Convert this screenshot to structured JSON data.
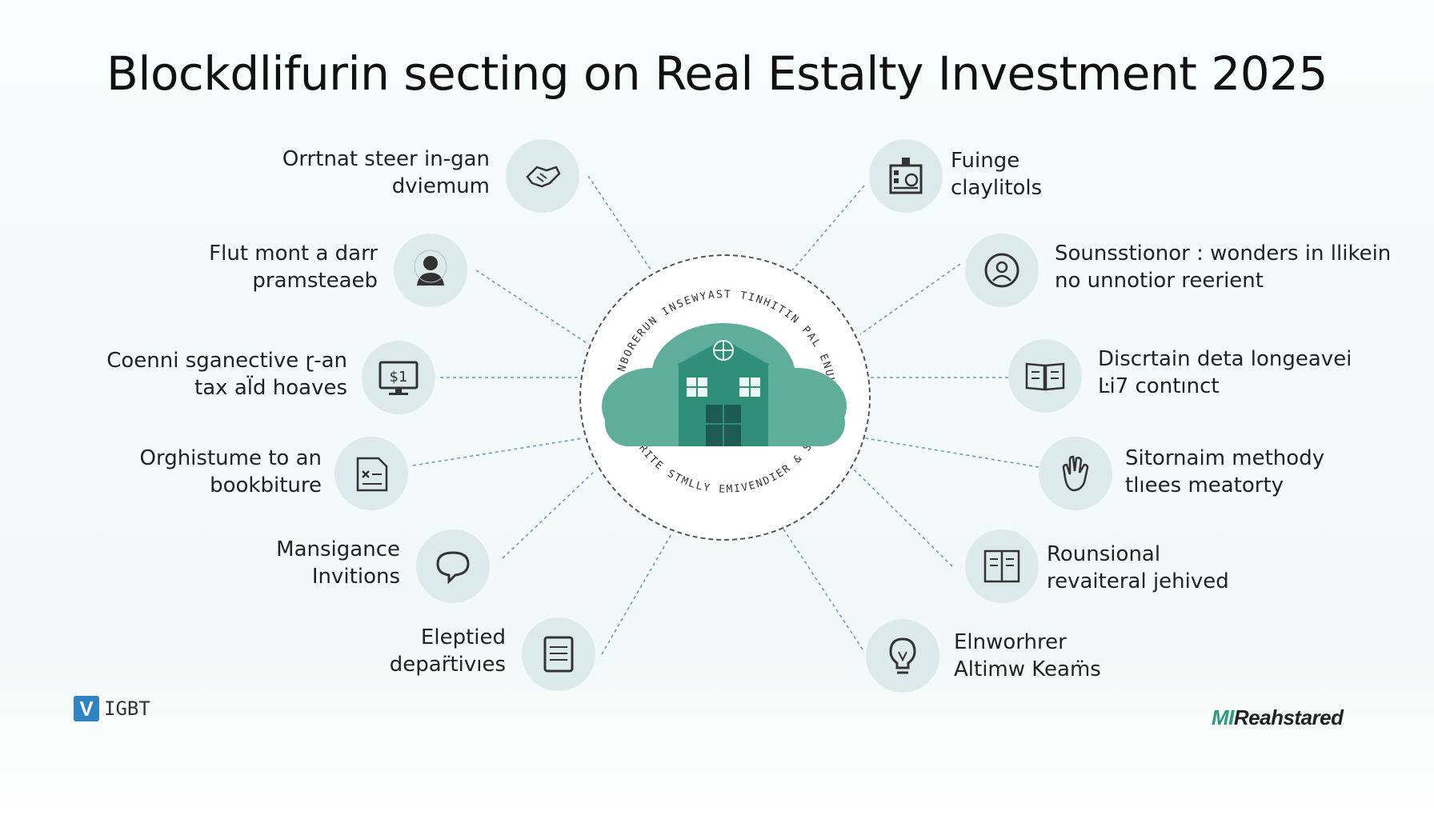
{
  "title": "Blockdlifurin secting on Real Estalty Investment 2025",
  "hub": {
    "ring_text_top": "INSEWYAST TINHITIN PAL ENUUE",
    "ring_text_left": "NBORERUN",
    "ring_text_bottom": "ORITE STMLLY EMIVENDIER & SAAANTS"
  },
  "left_items": [
    {
      "line1": "Orrtnat steer in-gan",
      "line2": "dviemum",
      "icon": "handshake-icon"
    },
    {
      "line1": "Flut mont a darr",
      "line2": "pramsteaeb",
      "icon": "person-icon"
    },
    {
      "line1": "Coenni sganective ɽ-an",
      "line2": "tax al̈d hoaves",
      "icon": "monitor-dollar-icon"
    },
    {
      "line1": "Orghistume to an",
      "line2": "bookbiture",
      "icon": "document-x-icon"
    },
    {
      "line1": "Mansigance",
      "line2": "Invitions",
      "icon": "speech-bubble-icon"
    },
    {
      "line1": "Eleptied",
      "line2": "depar̈tivıes",
      "icon": "notepad-icon"
    }
  ],
  "right_items": [
    {
      "line1": "Fuinge",
      "line2": "claylitols",
      "icon": "building-icon"
    },
    {
      "line1": "Sounsstionor : wonders in llikein",
      "line2": "no unnotior reerient",
      "icon": "user-profile-icon"
    },
    {
      "line1": "Discrtain deta longeavei",
      "line2": "Ŀi7 contınct",
      "icon": "open-book-icon"
    },
    {
      "line1": "Sitornaim methody",
      "line2": "tlıees meatorty",
      "icon": "hand-icon"
    },
    {
      "line1": "Rounsional",
      "line2": "revaiteral jehived",
      "icon": "ledger-icon"
    },
    {
      "line1": "Elnworhrer",
      "line2": "Altimw Keam̈s",
      "icon": "lightbulb-icon"
    }
  ],
  "logos": {
    "left_badge": "V",
    "left_text": "IGBT",
    "right_text_a": "MI",
    "right_text_b": "Reahstared"
  },
  "colors": {
    "teal": "#5fae9c",
    "teal_dark": "#2f8f78",
    "icon_bg": "#dcebea"
  }
}
